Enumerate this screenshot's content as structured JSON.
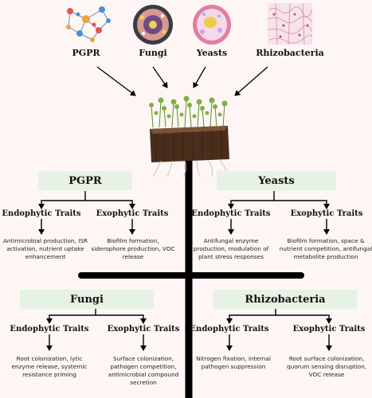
{
  "sources": [
    {
      "label": "PGPR",
      "icon": "network-graph-icon"
    },
    {
      "label": "Fungi",
      "icon": "fungal-cell-icon"
    },
    {
      "label": "Yeasts",
      "icon": "yeast-cell-icon"
    },
    {
      "label": "Rhizobacteria",
      "icon": "rhizobacteria-tissue-icon"
    }
  ],
  "groups": {
    "pgpr": {
      "title": "PGPR",
      "endo_label": "Endophytic Traits",
      "endo_desc": "Antimicrobial production, ISR activation, nutrient uptake enhancement",
      "exo_label": "Exophytic Traits",
      "exo_desc": "Biofilm formation, siderophore production, VOC release"
    },
    "yeasts": {
      "title": "Yeasts",
      "endo_label": "Endophytic Traits",
      "endo_desc": "Antifungal enzyme production, modulation of plant stress responses",
      "exo_label": "Exophytic Traits",
      "exo_desc": "Biofilm formation, space & nutrient competition, antifungal metabolite production"
    },
    "fungi": {
      "title": "Fungi",
      "endo_label": "Endophytic Traits",
      "endo_desc": "Root colonization, lytic enzyme release, systemic resistance priming",
      "exo_label": "Exophytic Traits",
      "exo_desc": "Surface colonization, pathogen competition, antimicrobial compound secretion"
    },
    "rhizobacteria": {
      "title": "Rhizobacteria",
      "endo_label": "Endophytic Traits",
      "endo_desc": "Nitrogen fixation, internal pathogen suppression",
      "exo_label": "Exophytic Traits",
      "exo_desc": "Root surface colonization, quorum sensing disruption, VOC release"
    }
  },
  "colors": {
    "background": "#fdf6f4",
    "box_fill": "#e6f2e4",
    "line": "#000000",
    "soil": "#4a2e1c",
    "grass": "#6a9b3a"
  }
}
